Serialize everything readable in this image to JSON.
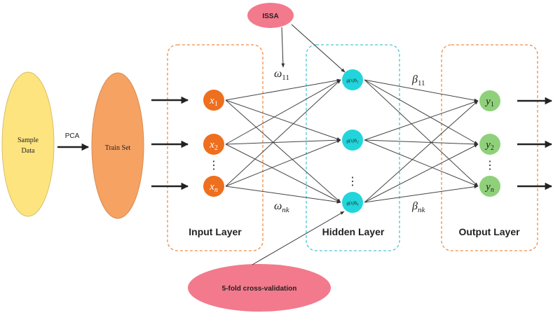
{
  "inputs": {
    "sample_data_line1": "Sample",
    "sample_data_line2": "Data",
    "pca_label": "PCA",
    "train_set": "Train Set"
  },
  "layers": {
    "input": "Input Layer",
    "hidden": "Hidden Layer",
    "output": "Output Layer"
  },
  "nodes": {
    "x1": {
      "base": "x",
      "sub": "1"
    },
    "x2": {
      "base": "x",
      "sub": "2"
    },
    "xn": {
      "base": "x",
      "sub": "n"
    },
    "y1": {
      "base": "y",
      "sub": "1"
    },
    "y2": {
      "base": "y",
      "sub": "2"
    },
    "yn": {
      "base": "y",
      "sub": "n"
    },
    "h1": {
      "base": "g(x)b",
      "sub": "1"
    },
    "h2": {
      "base": "g(x)b",
      "sub": "2"
    },
    "hk": {
      "base": "g(x)b",
      "sub": "k"
    }
  },
  "weights": {
    "w11": {
      "base": "ω",
      "sub": "11"
    },
    "wnk": {
      "base": "ω",
      "sub": "nk"
    },
    "b11": {
      "base": "β",
      "sub": "11"
    },
    "bnk": {
      "base": "β",
      "sub": "nk"
    }
  },
  "ellipsis": "⋮",
  "optimizers": {
    "issa": "ISSA",
    "cv": "5-fold cross-validation"
  },
  "colors": {
    "sample_fill": "#FDE47F",
    "train_fill": "#F5A263",
    "input_node": "#EE6F1E",
    "hidden_node": "#22D5DB",
    "output_node": "#8FD17A",
    "opt_fill": "#F27A8C",
    "input_border": "#EE8E48",
    "hidden_border": "#4CC8D6",
    "output_border": "#EE8E48"
  }
}
